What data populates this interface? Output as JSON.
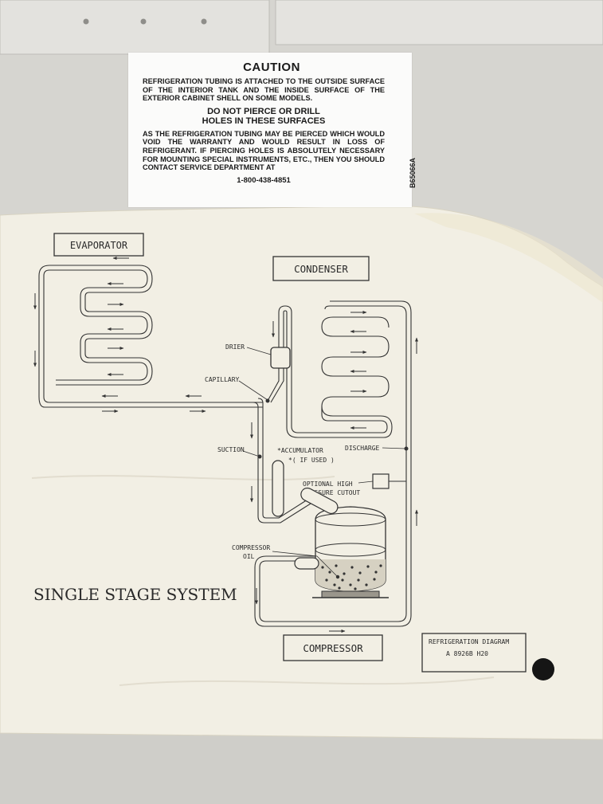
{
  "caution_label": {
    "title": "CAUTION",
    "paragraph1": "REFRIGERATION TUBING IS ATTACHED TO THE OUTSIDE SURFACE OF THE INTERIOR TANK AND THE INSIDE SURFACE OF THE EXTERIOR CABINET SHELL ON SOME MODELS.",
    "warning_line1": "DO NOT PIERCE OR DRILL",
    "warning_line2": "HOLES IN THESE SURFACES",
    "paragraph2": "AS THE REFRIGERATION TUBING MAY BE PIERCED WHICH WOULD VOID THE WARRANTY AND WOULD RESULT IN LOSS OF REFRIGERANT. IF PIERCING HOLES IS ABSOLUTELY NECESSARY FOR MOUNTING SPECIAL INSTRUMENTS, ETC., THEN YOU SHOULD CONTACT SERVICE DEPARTMENT AT",
    "phone": "1-800-438-4851",
    "part_code": "B65066A"
  },
  "diagram": {
    "evaporator": "EVAPORATOR",
    "condenser": "CONDENSER",
    "compressor": "COMPRESSOR",
    "drier": "DRIER",
    "capillary": "CAPILLARY",
    "suction": "SUCTION",
    "accumulator": "*ACCUMULATOR",
    "accumulator_note": "*( IF USED )",
    "discharge": "DISCHARGE",
    "cutout_line1": "OPTIONAL HIGH",
    "cutout_line2": "PRESSURE CUTOUT",
    "compressor_oil_line1": "COMPRESSOR",
    "compressor_oil_line2": "OIL",
    "system_title": "SINGLE STAGE SYSTEM",
    "title_block_line1": "REFRIGERATION DIAGRAM",
    "title_block_line2": "A 8926B H20"
  },
  "colors": {
    "background": "#d9d8d3",
    "paper": "#f2efe4",
    "label": "#fbfbfa",
    "ink": "#2a2a2a"
  }
}
